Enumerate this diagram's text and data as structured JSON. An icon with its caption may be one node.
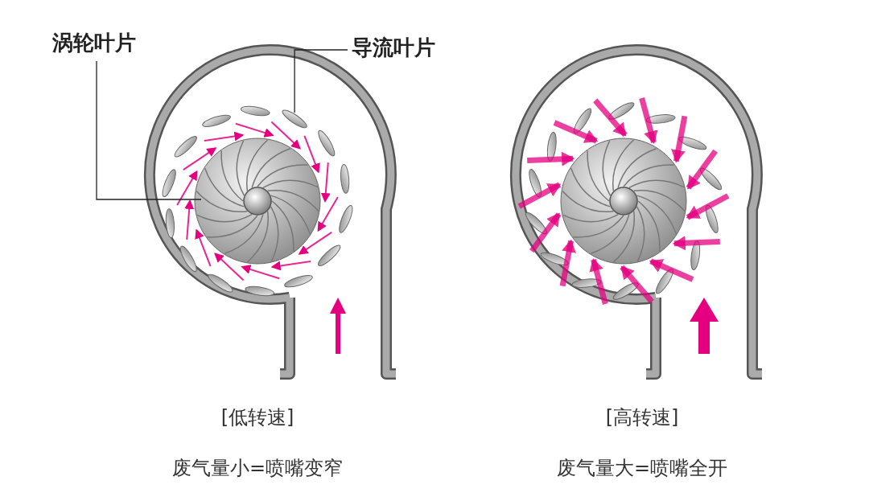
{
  "diagram": {
    "nodes": [
      {
        "text": [
          "涡轮叶片"
        ]
      },
      {
        "text": [],
        "shape": "picture"
      },
      {
        "text": [
          "导流叶片"
        ]
      },
      {
        "text": [],
        "shape": "picture"
      }
    ],
    "edges": [
      {
        "from": 0,
        "to": 1,
        "arrow": "none"
      },
      {
        "from": 2,
        "to": 3,
        "arrow": "none"
      }
    ],
    "labels": [
      "[低转速]",
      "废气量小=喷嘴变窄",
      "[高转速]",
      "废气量大=喷嘴全开"
    ]
  }
}
